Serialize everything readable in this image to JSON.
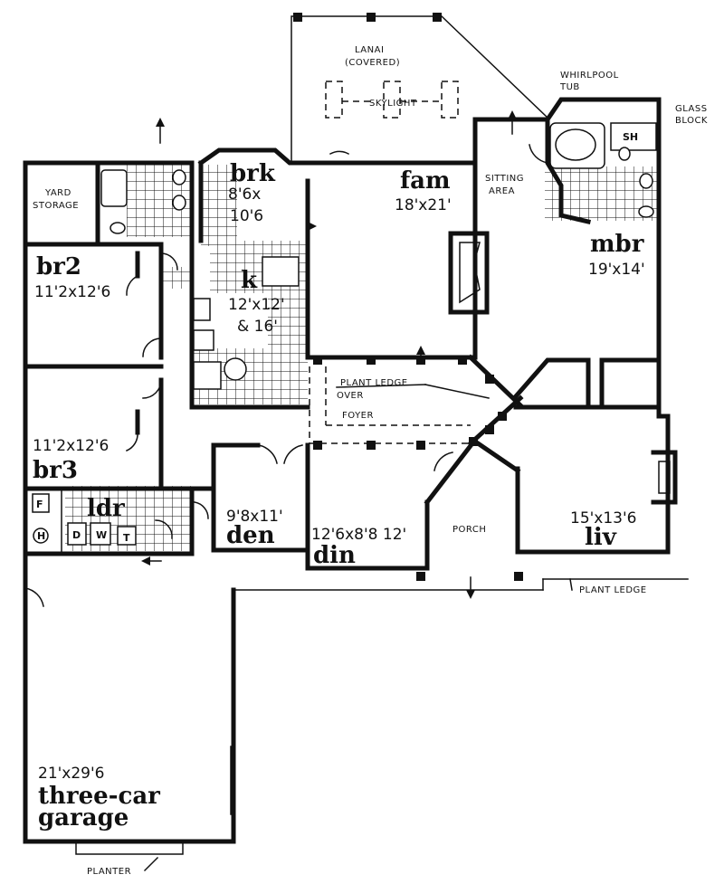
{
  "rooms": {
    "lanai": {
      "name": "LANAI",
      "note": "(COVERED)"
    },
    "skylight": "SKYLIGHT",
    "whirlpool": {
      "line1": "WHIRLPOOL",
      "line2": "TUB"
    },
    "glass_block": {
      "line1": "GLASS",
      "line2": "BLOCK"
    },
    "shower": "SH",
    "yard_storage": {
      "line1": "YARD",
      "line2": "STORAGE"
    },
    "brk": {
      "name": "brk",
      "dim1": "8'6x",
      "dim2": "10'6"
    },
    "fam": {
      "name": "fam",
      "dim": "18'x21'"
    },
    "sitting": {
      "line1": "SITTING",
      "line2": "AREA"
    },
    "mbr": {
      "name": "mbr",
      "dim": "19'x14'"
    },
    "br2": {
      "name": "br2",
      "dim": "11'2x12'6"
    },
    "k": {
      "name": "k",
      "dim1": "12'x12'",
      "dim2": "& 16'"
    },
    "plant_ledge_foyer": {
      "line1": "PLANT LEDGE",
      "line2": "OVER",
      "line3": "FOYER"
    },
    "br3": {
      "name": "br3",
      "dim": "11'2x12'6"
    },
    "ldr": {
      "name": "ldr",
      "f": "F",
      "h": "H",
      "d": "D",
      "w": "W",
      "t": "T"
    },
    "den": {
      "name": "den",
      "dim": "9'8x11'"
    },
    "din": {
      "name": "din",
      "dim": "12'6x8'8 12'"
    },
    "porch": "PORCH",
    "liv": {
      "name": "liv",
      "dim": "15'x13'6"
    },
    "plant_ledge": "PLANT LEDGE",
    "garage": {
      "dim": "21'x29'6",
      "name1": "three-car",
      "name2": "garage"
    },
    "planter": "PLANTER"
  }
}
